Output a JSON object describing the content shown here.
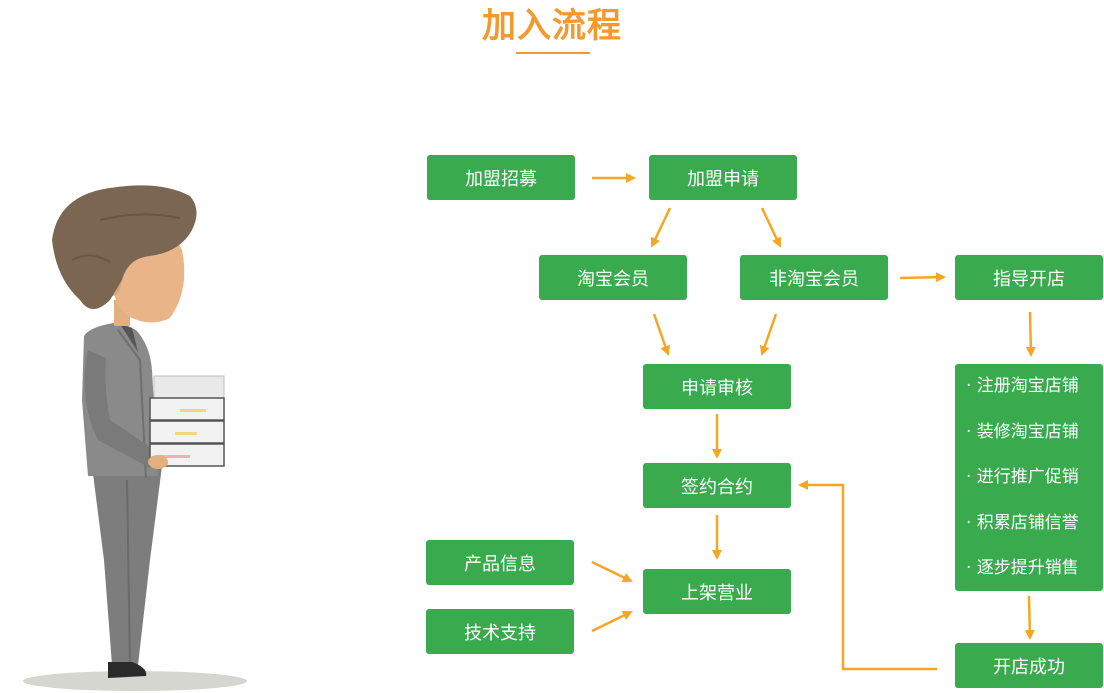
{
  "page": {
    "title": "加入流程"
  },
  "flow": {
    "recruit": "加盟招募",
    "apply": "加盟申请",
    "taobao_member": "淘宝会员",
    "non_taobao_member": "非淘宝会员",
    "guide_open": "指导开店",
    "review": "申请审核",
    "contract": "签约合约",
    "launch": "上架营业",
    "product_info": "产品信息",
    "tech_support": "技术支持",
    "open_success": "开店成功"
  },
  "steps": [
    "· 注册淘宝店铺",
    "· 装修淘宝店铺",
    "· 进行推广促销",
    "· 积累店铺信誉",
    "· 逐步提升销售"
  ],
  "colors": {
    "box": "#3aaa4f",
    "arrow": "#f5a623",
    "title": "#f39a2e"
  }
}
